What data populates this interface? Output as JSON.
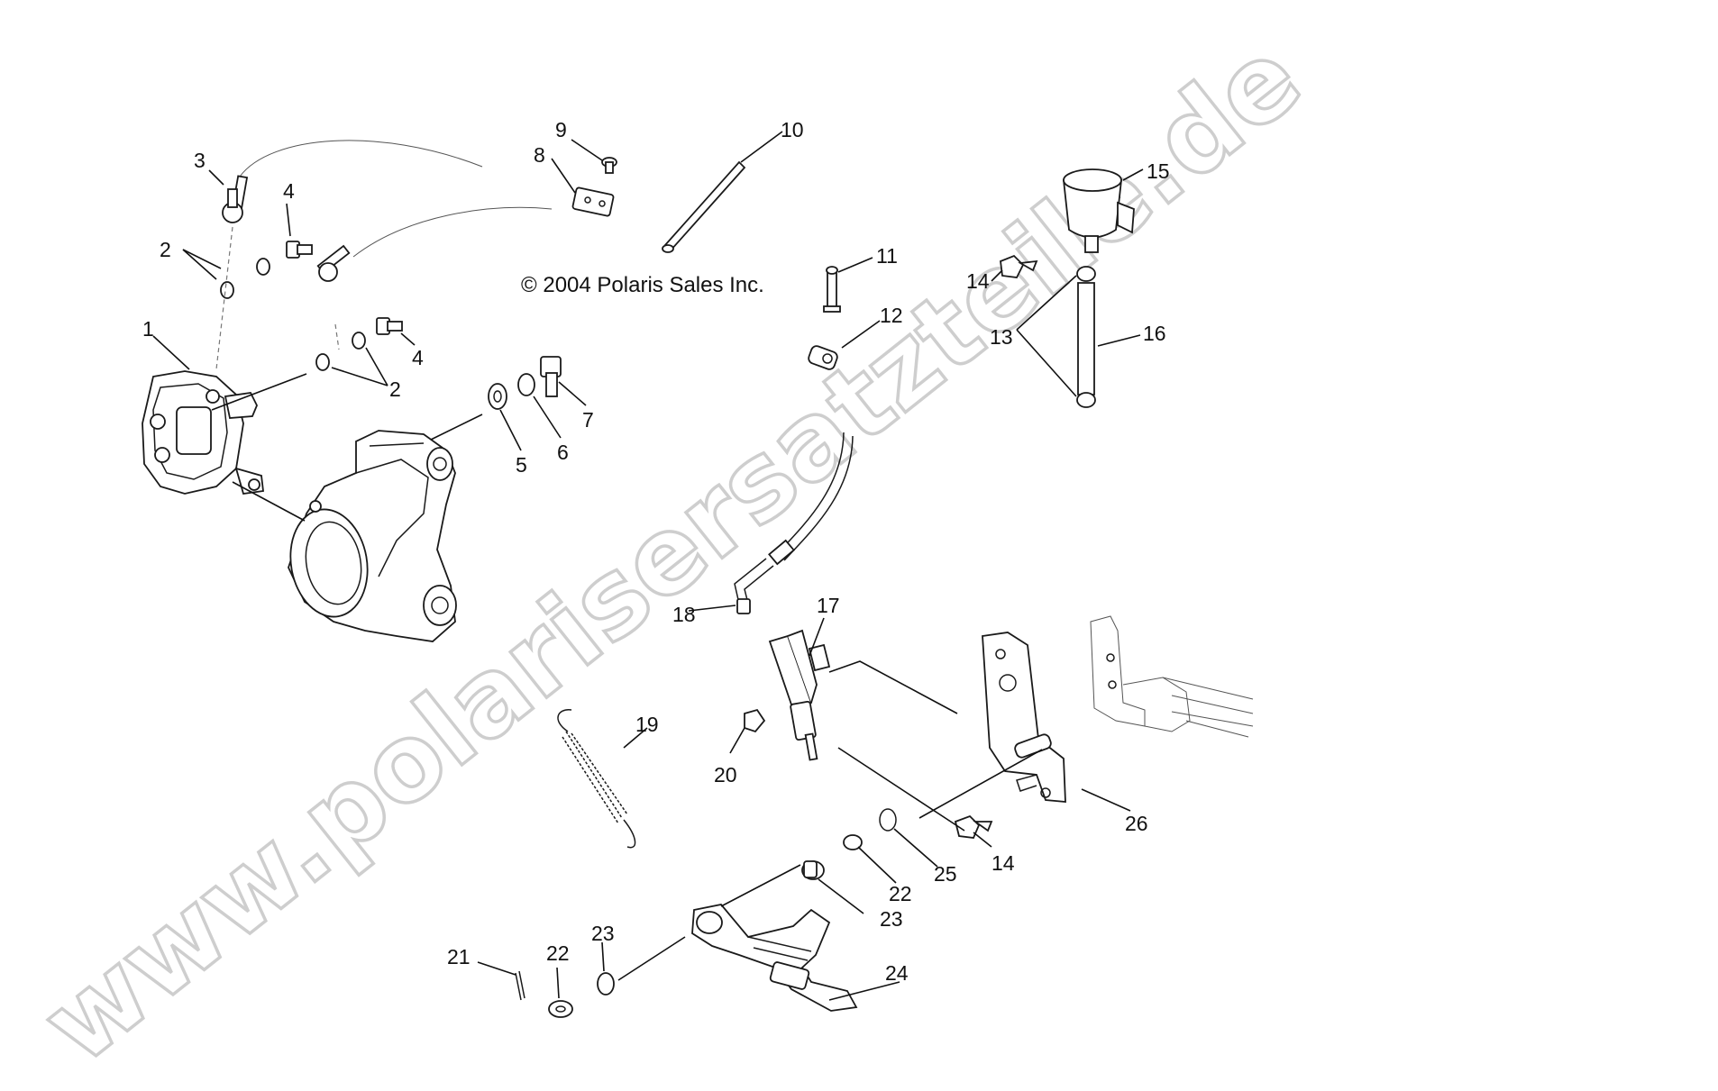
{
  "copyright": "© 2004 Polaris Sales Inc.",
  "watermark": "www.polarisersatzteile.de",
  "callouts": {
    "c1": "1",
    "c2a": "2",
    "c2b": "2",
    "c3": "3",
    "c4a": "4",
    "c4b": "4",
    "c5": "5",
    "c6": "6",
    "c7": "7",
    "c8": "8",
    "c9": "9",
    "c10": "10",
    "c11": "11",
    "c12": "12",
    "c13": "13",
    "c14a": "14",
    "c14b": "14",
    "c15": "15",
    "c16": "16",
    "c17": "17",
    "c18": "18",
    "c19": "19",
    "c20": "20",
    "c21": "21",
    "c22a": "22",
    "c22b": "22",
    "c23a": "23",
    "c23b": "23",
    "c24": "24",
    "c25": "25",
    "c26": "26"
  }
}
